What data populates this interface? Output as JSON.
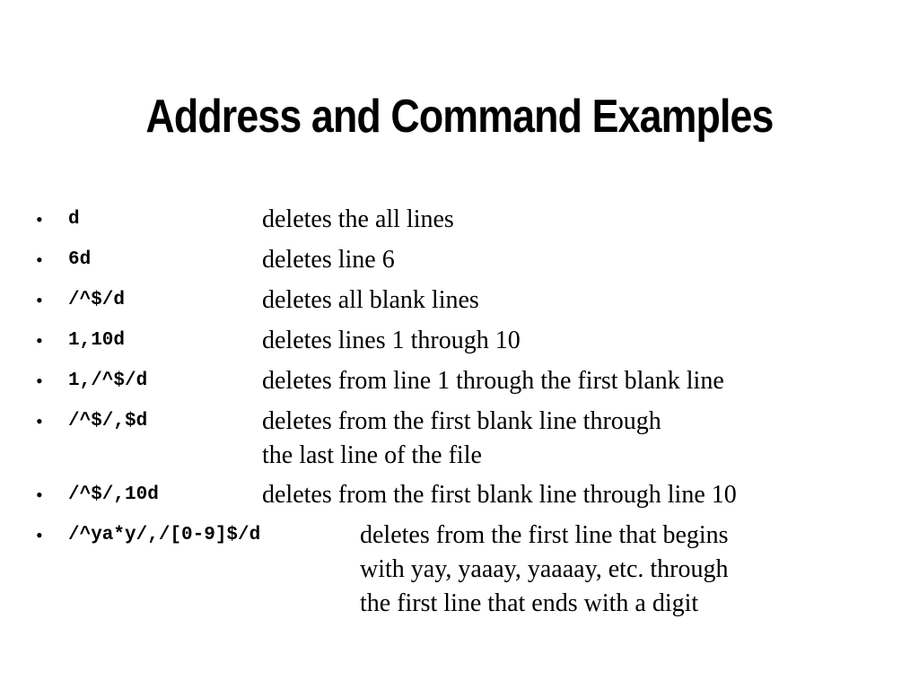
{
  "slide": {
    "title": "Address and Command Examples",
    "bullet_glyph": "•",
    "items": [
      {
        "command": "d",
        "lines": [
          "deletes the all lines"
        ]
      },
      {
        "command": "6d",
        "lines": [
          "deletes line 6"
        ]
      },
      {
        "command": "/^$/d",
        "lines": [
          "deletes all blank lines"
        ]
      },
      {
        "command": "1,10d",
        "lines": [
          "deletes lines 1 through 10"
        ]
      },
      {
        "command": "1,/^$/d",
        "lines": [
          "deletes from line 1 through the first blank line"
        ]
      },
      {
        "command": "/^$/,$d",
        "lines": [
          "deletes from the first blank line through",
          "the last line of the file"
        ]
      },
      {
        "command": "/^$/,10d",
        "lines": [
          "deletes from the first blank line through line 10"
        ]
      },
      {
        "command": "/^ya*y/,/[0-9]$/d",
        "lines": [
          "deletes from the first line that begins",
          "with yay, yaaay, yaaaay, etc. through",
          "the first line that ends with a digit"
        ]
      }
    ]
  }
}
